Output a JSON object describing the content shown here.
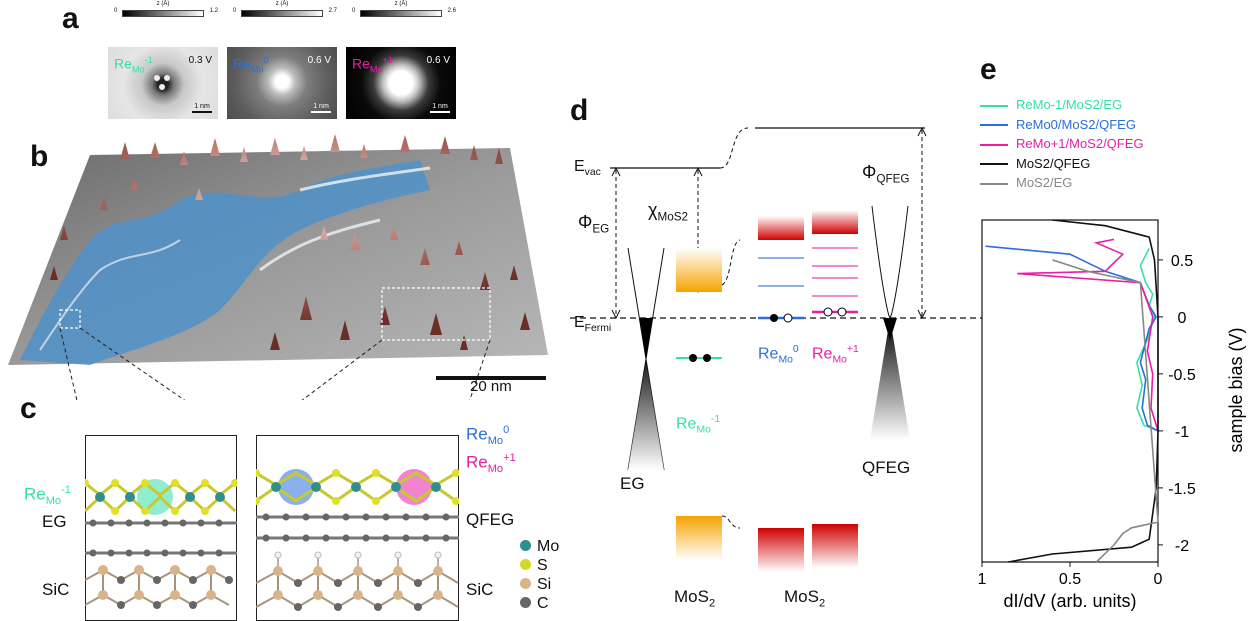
{
  "panels": {
    "a": "a",
    "b": "b",
    "c": "c",
    "d": "d",
    "e": "e"
  },
  "panel_a": {
    "images": [
      {
        "label_main": "Re",
        "label_sub": "Mo",
        "label_sup": "-1",
        "bias": "0.3 V",
        "cbar_unit": "z (Å)",
        "cbar_lo": "0",
        "cbar_hi": "1.2",
        "scale": "1 nm",
        "label_color": "#33e0a8"
      },
      {
        "label_main": "Re",
        "label_sub": "Mo",
        "label_sup": "0",
        "bias": "0.6 V",
        "cbar_unit": "z (Å)",
        "cbar_lo": "0",
        "cbar_hi": "2.7",
        "scale": "1 nm",
        "label_color": "#2a6fdc"
      },
      {
        "label_main": "Re",
        "label_sub": "Mo",
        "label_sup": "+1",
        "bias": "0.6 V",
        "cbar_unit": "z (Å)",
        "cbar_lo": "0",
        "cbar_hi": "2.6",
        "scale": "1 nm",
        "label_color": "#e81ea6"
      }
    ]
  },
  "panel_b": {
    "scale_bar": "20 nm"
  },
  "panel_c": {
    "left_label_main": "Re",
    "left_label_sub": "Mo",
    "left_label_sup": "-1",
    "right_label1_main": "Re",
    "right_label1_sub": "Mo",
    "right_label1_sup": "0",
    "right_label2_main": "Re",
    "right_label2_sub": "Mo",
    "right_label2_sup": "+1",
    "eg": "EG",
    "qfeg": "QFEG",
    "sic_left": "SiC",
    "sic_right": "SiC",
    "legend": [
      {
        "name": "Mo",
        "color": "#2f8f8f"
      },
      {
        "name": "S",
        "color": "#d6d62a"
      },
      {
        "name": "Si",
        "color": "#d9b48a"
      },
      {
        "name": "C",
        "color": "#666666"
      }
    ]
  },
  "panel_d": {
    "evac_main": "E",
    "evac_sub": "vac",
    "efermi_main": "E",
    "efermi_sub": "Fermi",
    "phi_eg_main": "Φ",
    "phi_eg_sub": "EG",
    "chi_main": "χ",
    "chi_sub": "MoS2",
    "phi_qfeg_main": "Φ",
    "phi_qfeg_sub": "QFEG",
    "rem1_main": "Re",
    "rem1_sub": "Mo",
    "rem1_sup": "-1",
    "re0_main": "Re",
    "re0_sub": "Mo",
    "re0_sup": "0",
    "rep1_main": "Re",
    "rep1_sub": "Mo",
    "rep1_sup": "+1",
    "eg": "EG",
    "qfeg": "QFEG",
    "mos2_left_main": "MoS",
    "mos2_left_sub": "2",
    "mos2_right_main": "MoS",
    "mos2_right_sub": "2"
  },
  "chart_data": {
    "type": "line",
    "xlabel": "dI/dV (arb. units)",
    "ylabel": "sample bias (V)",
    "xlim": [
      1,
      0
    ],
    "ylim": [
      -2.15,
      0.85
    ],
    "x_ticks": [
      "1",
      "0.5",
      "0"
    ],
    "y_ticks": [
      "0.5",
      "0",
      "-0.5",
      "-1",
      "-1.5",
      "-2"
    ],
    "legend_position": "top",
    "series": [
      {
        "name": "ReMo-1/MoS2/EG",
        "color": "#33e0a8",
        "points": [
          [
            0.0,
            -1.0
          ],
          [
            0.08,
            -0.95
          ],
          [
            0.12,
            -0.8
          ],
          [
            0.09,
            -0.6
          ],
          [
            0.12,
            -0.4
          ],
          [
            0.06,
            -0.2
          ],
          [
            0.02,
            0.0
          ],
          [
            0.05,
            0.1
          ],
          [
            0.03,
            0.2
          ],
          [
            0.07,
            0.3
          ],
          [
            0.1,
            0.45
          ],
          [
            0.05,
            0.6
          ]
        ]
      },
      {
        "name": "ReMo0/MoS2/QFEG",
        "color": "#2a6fdc",
        "points": [
          [
            0.0,
            -1.0
          ],
          [
            0.06,
            -0.95
          ],
          [
            0.09,
            -0.8
          ],
          [
            0.07,
            -0.55
          ],
          [
            0.1,
            -0.4
          ],
          [
            0.05,
            -0.1
          ],
          [
            0.01,
            0.0
          ],
          [
            0.05,
            0.1
          ],
          [
            0.1,
            0.3
          ],
          [
            0.3,
            0.4
          ],
          [
            0.5,
            0.55
          ],
          [
            0.98,
            0.62
          ]
        ]
      },
      {
        "name": "ReMo+1/MoS2/QFEG",
        "color": "#e81ea6",
        "points": [
          [
            0.0,
            -1.0
          ],
          [
            0.04,
            -0.8
          ],
          [
            0.03,
            -0.5
          ],
          [
            0.06,
            -0.3
          ],
          [
            0.03,
            0.0
          ],
          [
            0.1,
            0.3
          ],
          [
            0.8,
            0.38
          ],
          [
            0.3,
            0.4
          ],
          [
            0.2,
            0.55
          ],
          [
            0.35,
            0.65
          ],
          [
            0.25,
            0.68
          ]
        ]
      },
      {
        "name": "MoS2/QFEG",
        "color": "#111111",
        "points": [
          [
            0.85,
            -2.15
          ],
          [
            0.6,
            -2.08
          ],
          [
            0.15,
            -2.02
          ],
          [
            0.05,
            -1.95
          ],
          [
            0.01,
            -1.5
          ],
          [
            0.0,
            -1.0
          ],
          [
            0.0,
            0.0
          ],
          [
            0.02,
            0.5
          ],
          [
            0.05,
            0.7
          ],
          [
            0.3,
            0.8
          ],
          [
            0.6,
            0.85
          ]
        ]
      },
      {
        "name": "MoS2/EG",
        "color": "#888888",
        "points": [
          [
            0.35,
            -2.15
          ],
          [
            0.25,
            -2.0
          ],
          [
            0.2,
            -1.9
          ],
          [
            0.15,
            -1.85
          ],
          [
            0.0,
            -1.8
          ],
          [
            0.1,
            0.3
          ],
          [
            0.25,
            0.35
          ],
          [
            0.4,
            0.4
          ],
          [
            0.6,
            0.5
          ]
        ]
      }
    ]
  }
}
